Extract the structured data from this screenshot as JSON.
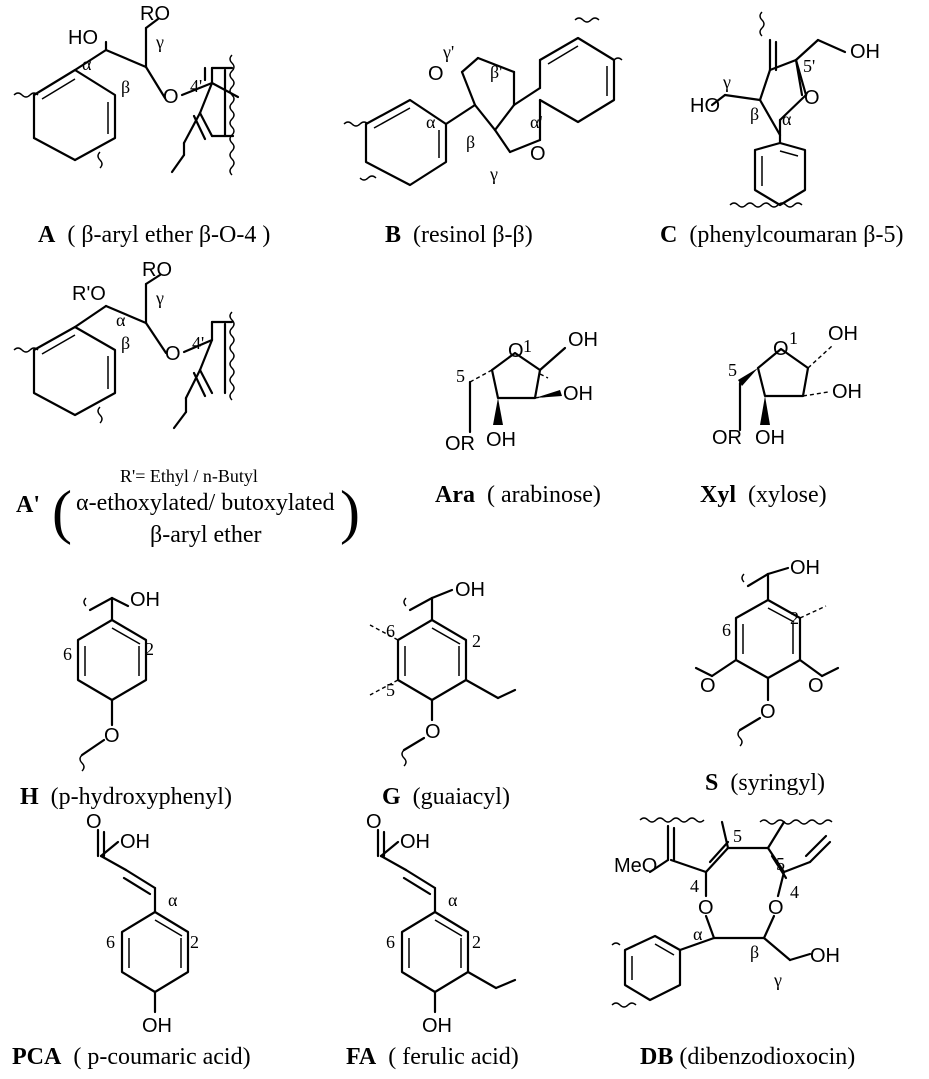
{
  "structures": [
    {
      "id": "A",
      "letter": "A",
      "desc": "( β-aryl ether β-O-4 )"
    },
    {
      "id": "B",
      "letter": "B",
      "desc": "(resinol β-β)"
    },
    {
      "id": "C",
      "letter": "C",
      "desc": "(phenylcoumaran β-5)"
    },
    {
      "id": "A2",
      "letter": "A'",
      "desc": "α-ethoxylated/ butoxylated",
      "desc2": "β-aryl ether",
      "note": "R'= Ethyl / n-Butyl"
    },
    {
      "id": "Ara",
      "letter": "Ara",
      "desc": "( arabinose)"
    },
    {
      "id": "Xyl",
      "letter": "Xyl",
      "desc": "(xylose)"
    },
    {
      "id": "H",
      "letter": "H",
      "desc": "(p-hydroxyphenyl)"
    },
    {
      "id": "G",
      "letter": "G",
      "desc": "(guaiacyl)"
    },
    {
      "id": "S",
      "letter": "S",
      "desc": "(syringyl)"
    },
    {
      "id": "PCA",
      "letter": "PCA",
      "desc": "( p-coumaric acid)"
    },
    {
      "id": "FA",
      "letter": "FA",
      "desc": "( ferulic acid)"
    },
    {
      "id": "DB",
      "letter": "DB",
      "desc": "(dibenzodioxocin)"
    }
  ],
  "atoms": {
    "oh": "OH",
    "ho": "HO",
    "o": "O",
    "ro": "RO",
    "rpo": "R'O",
    "or": "OR",
    "meo": "MeO"
  },
  "locants": {
    "alpha": "α",
    "beta": "β",
    "gamma": "γ",
    "alphap": "α'",
    "betap": "β'",
    "gammap": "γ'",
    "fourp": "4'",
    "fivep": "5'",
    "one": "1",
    "two": "2",
    "four": "4",
    "five": "5",
    "six": "6"
  }
}
